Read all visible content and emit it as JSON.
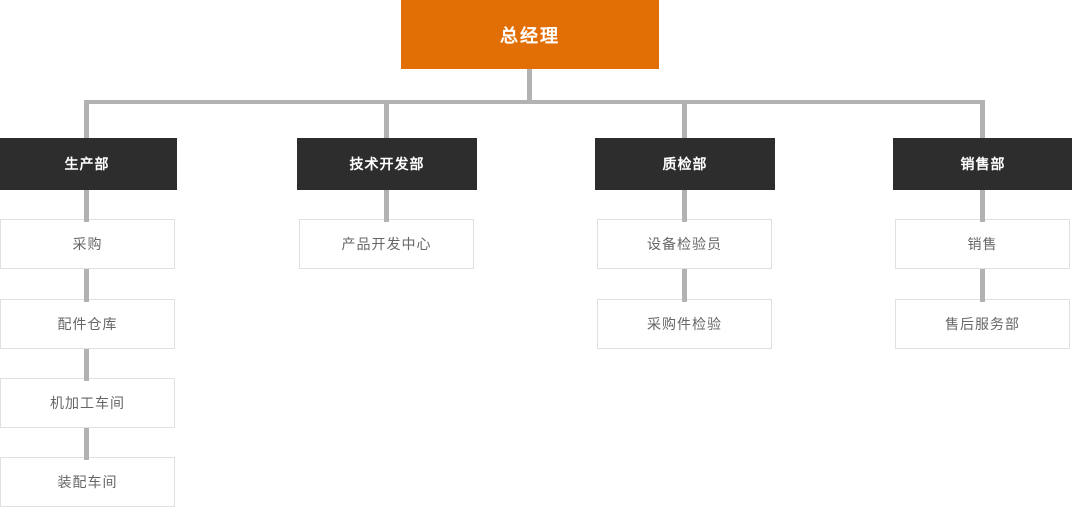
{
  "org": {
    "root": "总经理",
    "departments": [
      {
        "label": "生产部",
        "children": [
          "采购",
          "配件仓库",
          "机加工车间",
          "装配车间"
        ]
      },
      {
        "label": "技术开发部",
        "children": [
          "产品开发中心"
        ]
      },
      {
        "label": "质检部",
        "children": [
          "设备检验员",
          "采购件检验"
        ]
      },
      {
        "label": "销售部",
        "children": [
          "销售",
          "售后服务部"
        ]
      }
    ],
    "colors": {
      "root_bg": "#e26f06",
      "department_bg": "#2d2d2d",
      "connector": "#b2b2b2",
      "node_border": "#e0e0e0",
      "node_text": "#666666",
      "label_text": "#ffffff"
    }
  }
}
